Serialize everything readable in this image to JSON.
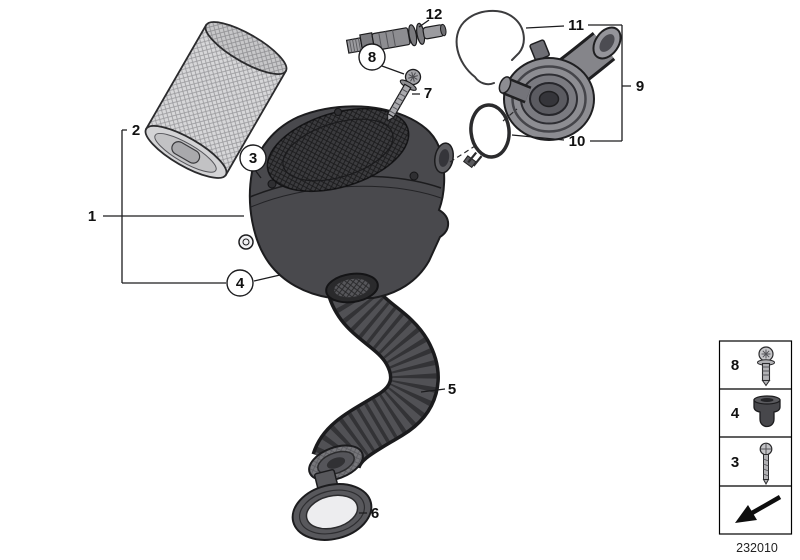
{
  "diagram": {
    "number": "232010",
    "callouts": [
      {
        "label": "1",
        "style": "plain"
      },
      {
        "label": "2",
        "style": "plain"
      },
      {
        "label": "3",
        "style": "circled"
      },
      {
        "label": "4",
        "style": "circled"
      },
      {
        "label": "5",
        "style": "plain"
      },
      {
        "label": "6",
        "style": "plain"
      },
      {
        "label": "7",
        "style": "plain"
      },
      {
        "label": "8",
        "style": "circled"
      },
      {
        "label": "9",
        "style": "plain"
      },
      {
        "label": "10",
        "style": "plain"
      },
      {
        "label": "11",
        "style": "plain"
      },
      {
        "label": "12",
        "style": "plain"
      }
    ],
    "legend": {
      "rows": [
        {
          "label": "8",
          "icon": "torx-screw-icon"
        },
        {
          "label": "4",
          "icon": "rubber-grommet-icon"
        },
        {
          "label": "3",
          "icon": "tapping-screw-icon"
        }
      ],
      "symbol": "continuation-arrow-icon"
    },
    "colors": {
      "background": "#ffffff",
      "line": "#1c1c1e",
      "part_dark": "#49494d",
      "part_mid": "#8d8d91",
      "part_light": "#d7d7d9"
    }
  }
}
